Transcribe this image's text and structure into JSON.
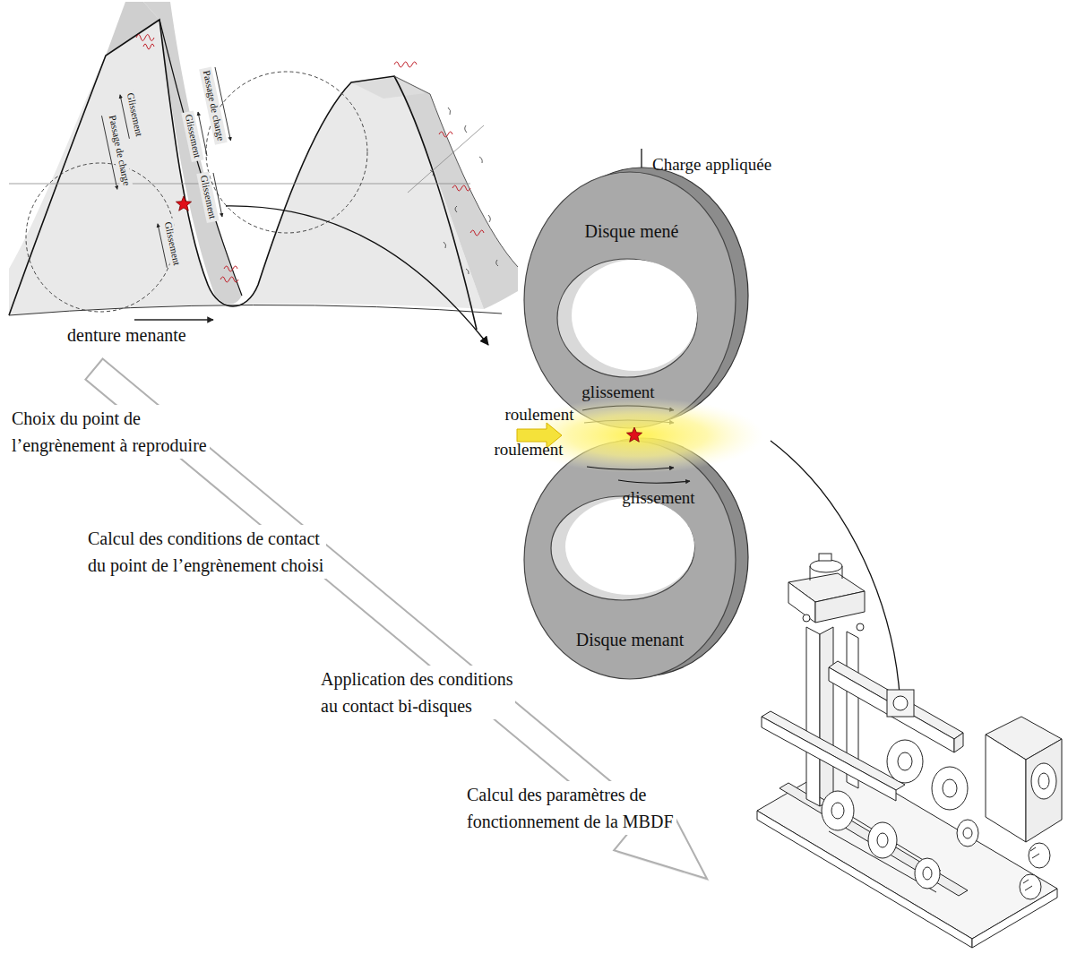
{
  "diagram": {
    "nodes": [
      {
        "text": [
          "Disque mené"
        ]
      },
      {
        "text": [
          "Disque menant"
        ]
      }
    ],
    "labels": [
      "Passage de charge",
      "Glissement",
      "Glissement",
      "Glissement",
      "Passage de charge",
      "Glissement",
      "denture menante",
      "Charge appliquée",
      "glissement",
      "roulement",
      "roulement",
      "glissement",
      "Choix du point de l’engrènement à reproduire",
      "Calcul des conditions de contact du point de l’engrènement choisi",
      "Application des conditions au contact bi-disques",
      "Calcul des paramètres de fonctionnement de la MBDF"
    ]
  }
}
